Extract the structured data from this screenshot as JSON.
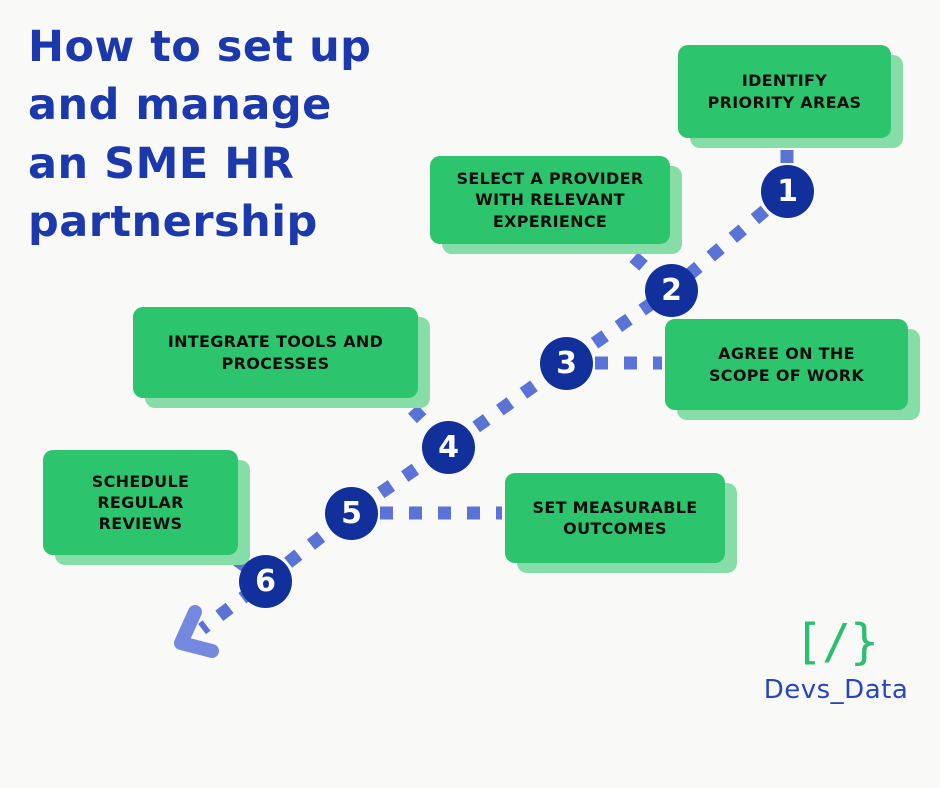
{
  "title": "How to set up\nand manage\nan SME HR\npartnership",
  "steps": [
    {
      "number": "1",
      "label": "IDENTIFY PRIORITY AREAS"
    },
    {
      "number": "2",
      "label": "SELECT A PROVIDER WITH RELEVANT EXPERIENCE"
    },
    {
      "number": "3",
      "label": "AGREE ON THE SCOPE OF WORK"
    },
    {
      "number": "4",
      "label": "INTEGRATE TOOLS AND PROCESSES"
    },
    {
      "number": "5",
      "label": "SET MEASURABLE OUTCOMES"
    },
    {
      "number": "6",
      "label": "SCHEDULE REGULAR REVIEWS"
    }
  ],
  "logo": {
    "icon": "[/}",
    "text": "Devs_Data"
  },
  "icons": {
    "path_end": "arrow-down-left-icon"
  },
  "colors": {
    "background": "#f9f9f8",
    "title_blue": "#1b38ac",
    "box_green": "#2dc46e",
    "box_shadow_green": "#87dda7",
    "box_text": "#0d0d0d",
    "badge_blue": "#11309c",
    "dotted_line_blue": "#5b73d6",
    "arrow_blue": "#7588e0",
    "logo_green": "#2bbf71",
    "logo_blue": "#2746c5"
  }
}
